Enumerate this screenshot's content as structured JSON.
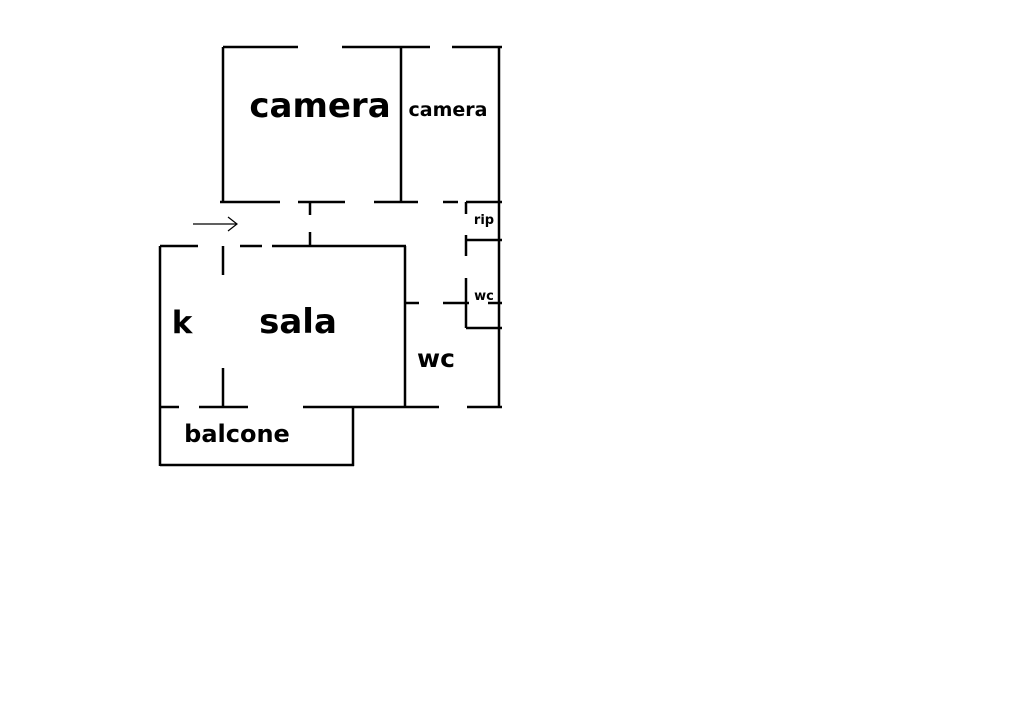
{
  "floorplan": {
    "rooms": {
      "camera_large": "camera",
      "camera_small": "camera",
      "rip": "rip",
      "wc_small": "wc",
      "kitchen": "k",
      "sala": "sala",
      "wc_large": "wc",
      "balcone": "balcone"
    },
    "entrance_arrow": "entrance-arrow-icon",
    "colors": {
      "walls": "#000000",
      "background": "#ffffff"
    }
  }
}
